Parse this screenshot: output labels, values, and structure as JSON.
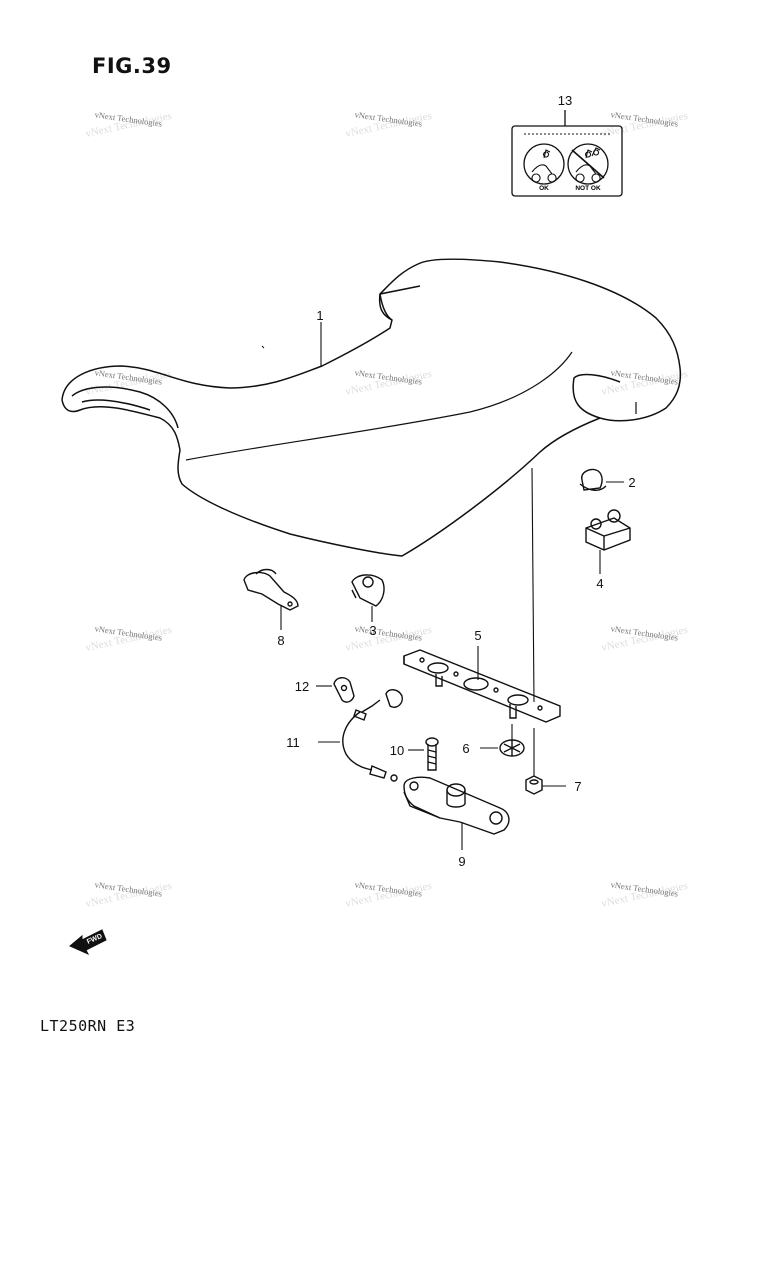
{
  "figure": {
    "title": "FIG.39",
    "model_code": "LT250RN E3"
  },
  "callouts": [
    {
      "id": "1",
      "part": "seat"
    },
    {
      "id": "2",
      "part": "cushion"
    },
    {
      "id": "3",
      "part": "bracket"
    },
    {
      "id": "4",
      "part": "cushion"
    },
    {
      "id": "5",
      "part": "seat-plate"
    },
    {
      "id": "6",
      "part": "nut"
    },
    {
      "id": "7",
      "part": "nut"
    },
    {
      "id": "8",
      "part": "bracket"
    },
    {
      "id": "9",
      "part": "seat-lock"
    },
    {
      "id": "10",
      "part": "screw"
    },
    {
      "id": "11",
      "part": "cable"
    },
    {
      "id": "12",
      "part": "clamp"
    },
    {
      "id": "13",
      "part": "label"
    }
  ],
  "label_13": {
    "ok_text": "OK",
    "not_ok_text": "NOT OK"
  },
  "fwd_arrow_text": "FWD",
  "watermark": {
    "text": "vNext Technologies"
  }
}
